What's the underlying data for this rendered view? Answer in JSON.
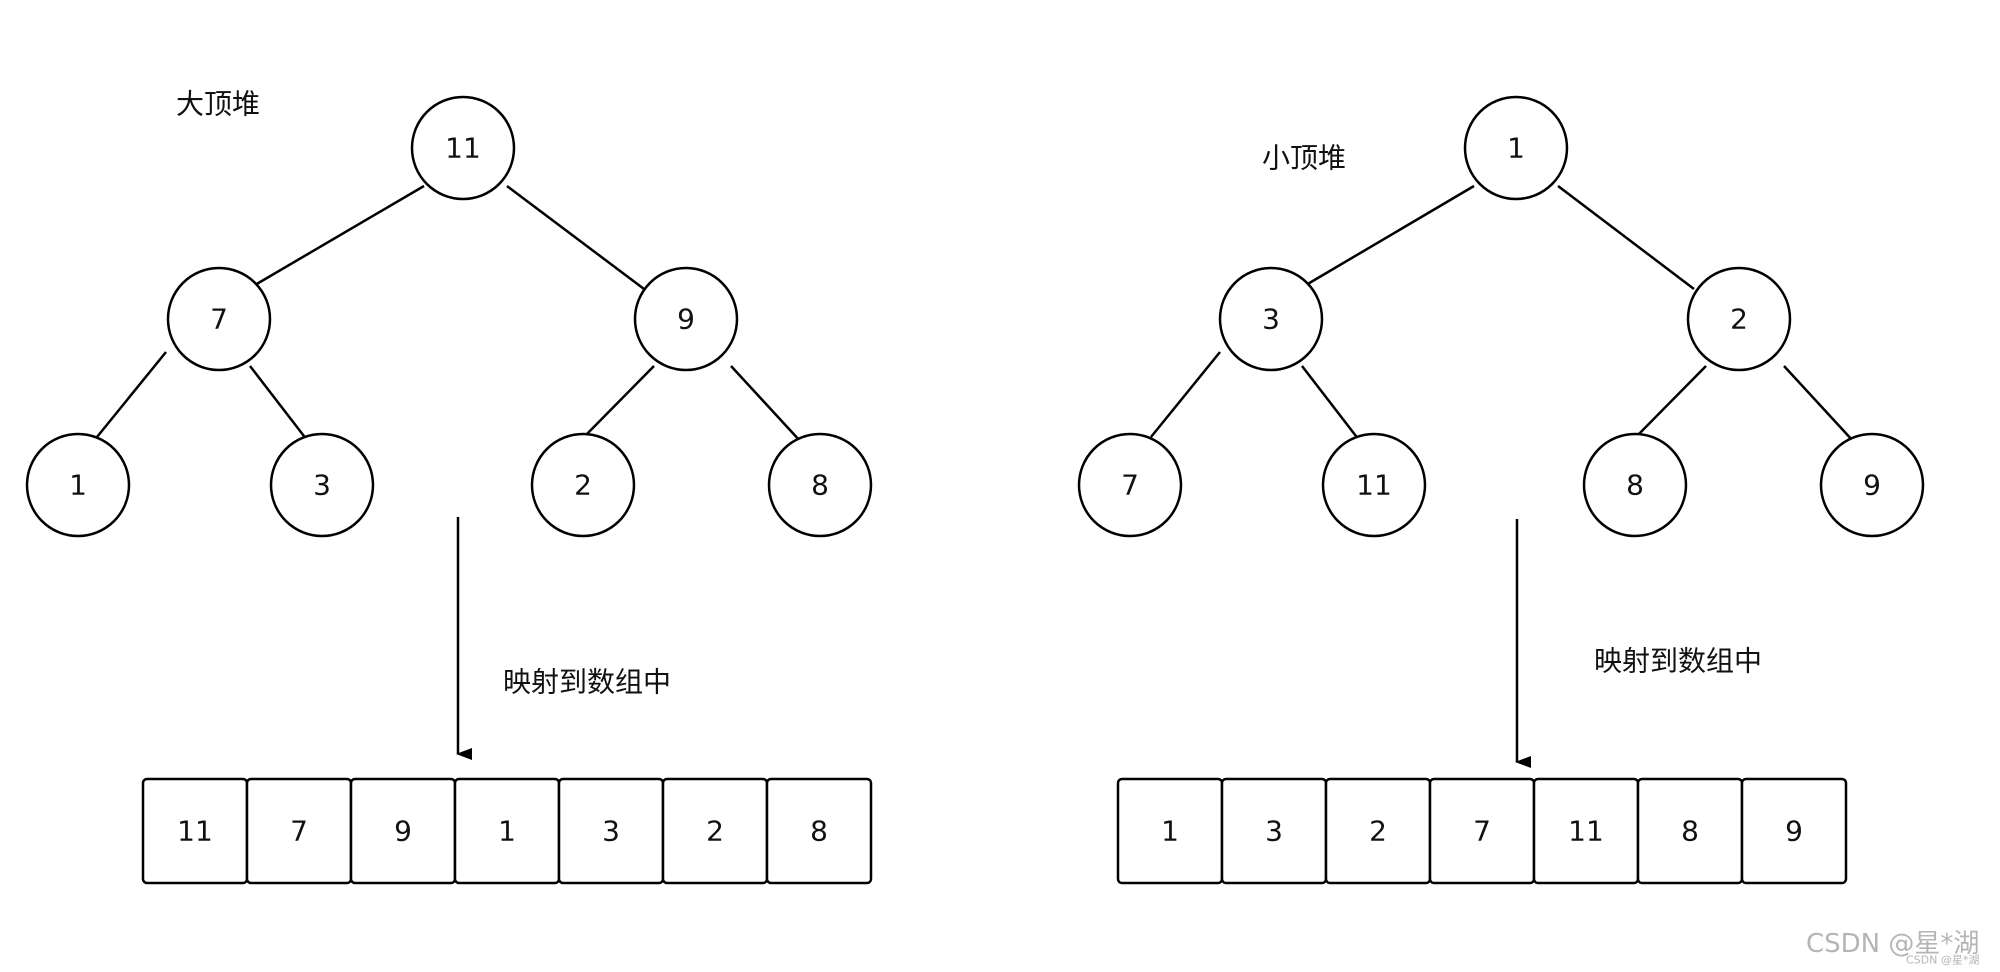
{
  "max_heap": {
    "title": "大顶堆",
    "tree": {
      "root": "11",
      "left": "7",
      "right": "9",
      "left_left": "1",
      "left_right": "3",
      "right_left": "2",
      "right_right": "8"
    },
    "mapping_label": "映射到数组中",
    "array": [
      "11",
      "7",
      "9",
      "1",
      "3",
      "2",
      "8"
    ]
  },
  "min_heap": {
    "title": "小顶堆",
    "tree": {
      "root": "1",
      "left": "3",
      "right": "2",
      "left_left": "7",
      "left_right": "11",
      "right_left": "8",
      "right_right": "9"
    },
    "mapping_label": "映射到数组中",
    "array": [
      "1",
      "3",
      "2",
      "7",
      "11",
      "8",
      "9"
    ]
  },
  "watermark": {
    "text": "CSDN @星*湖",
    "small_text": "CSDN @星*湖"
  }
}
